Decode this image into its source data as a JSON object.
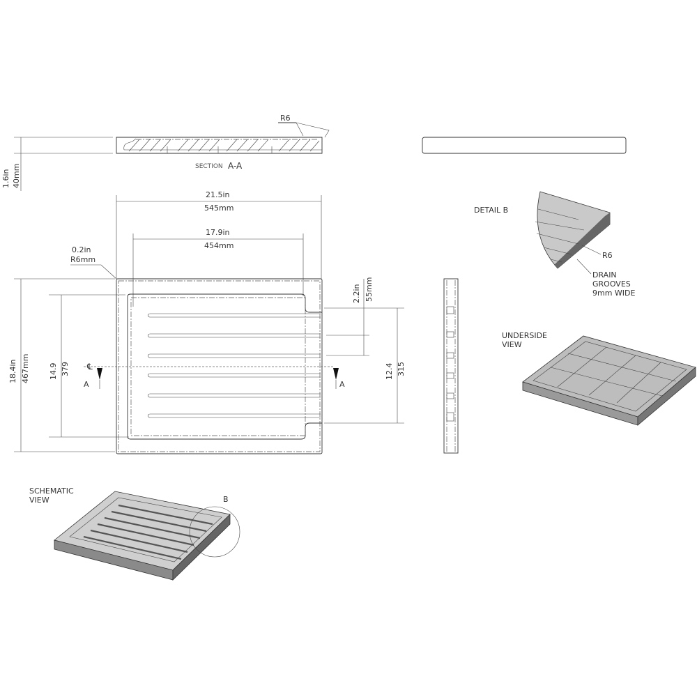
{
  "section": {
    "label_small": "SECTION",
    "label_big": "A-A",
    "radius": "R6"
  },
  "dims": {
    "thickness_in": "1.6in",
    "thickness_mm": "40mm",
    "width_in": "21.5in",
    "width_mm": "545mm",
    "inner_in": "17.9in",
    "inner_mm": "454mm",
    "corner_in": "0.2in",
    "corner_mm": "R6mm",
    "height_in": "18.4in",
    "height_mm": "467mm",
    "recess_in": "14.9",
    "recess_mm": "379",
    "groove_span_in": "12.4",
    "groove_span_mm": "315",
    "pitch_in": "2.2in",
    "pitch_mm": "55mm"
  },
  "markers": {
    "centerline": "℄",
    "section_left": "A",
    "section_right": "A",
    "detail_circle": "B"
  },
  "detail": {
    "title": "DETAIL B",
    "radius": "R6",
    "note": [
      "DRAIN",
      "GROOVES",
      "9mm WIDE"
    ]
  },
  "underside": {
    "title": [
      "UNDERSIDE",
      "VIEW"
    ]
  },
  "schematic": {
    "title": [
      "SCHEMATIC",
      "VIEW"
    ]
  }
}
